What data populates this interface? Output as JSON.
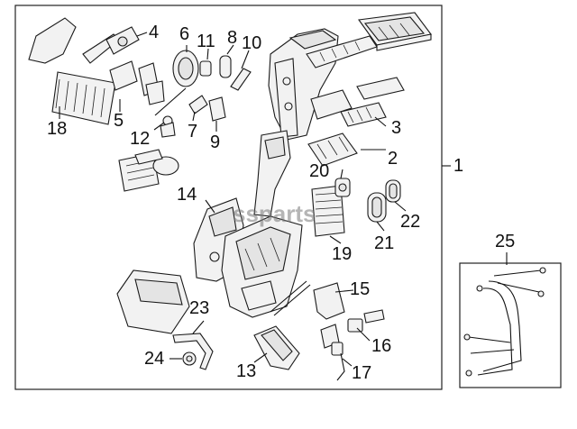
{
  "watermark": "ssparts",
  "callouts": {
    "c1": "1",
    "c2": "2",
    "c3": "3",
    "c4": "4",
    "c5": "5",
    "c6": "6",
    "c7": "7",
    "c8": "8",
    "c9": "9",
    "c10": "10",
    "c11": "11",
    "c12": "12",
    "c13": "13",
    "c14": "14",
    "c15": "15",
    "c16": "16",
    "c17": "17",
    "c18": "18",
    "c19": "19",
    "c20": "20",
    "c21": "21",
    "c22": "22",
    "c23": "23",
    "c24": "24",
    "c25": "25"
  }
}
